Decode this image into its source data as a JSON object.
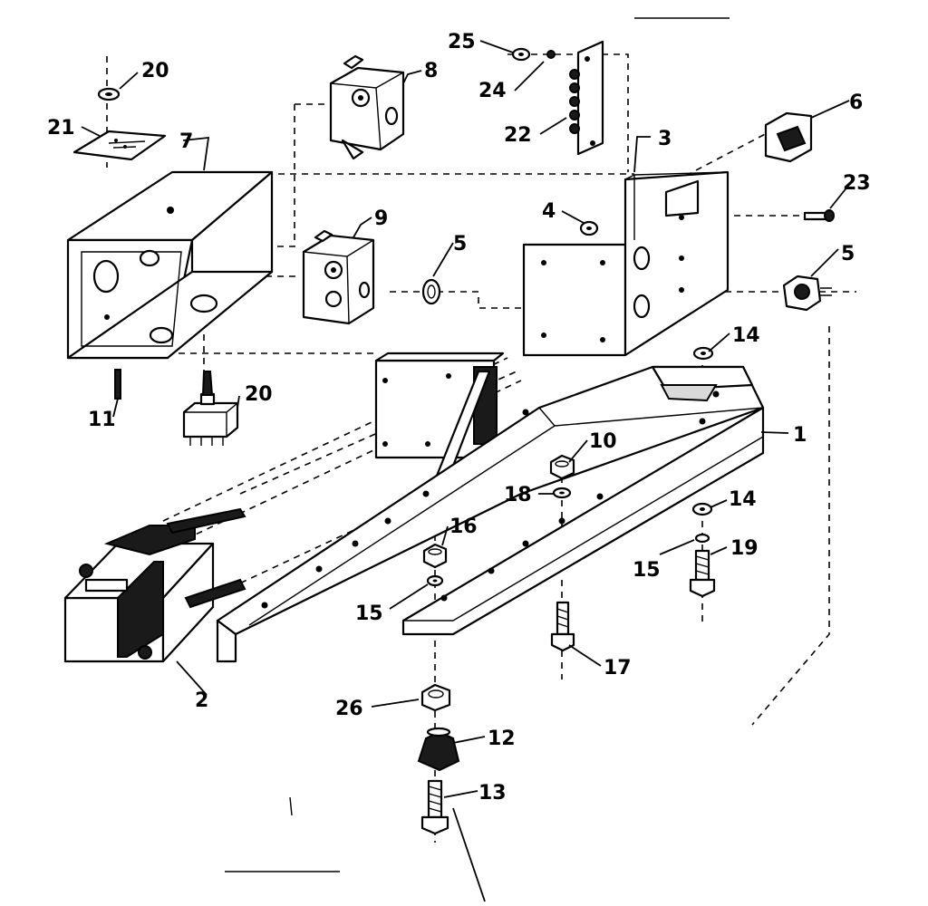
{
  "callouts": {
    "c1": "1",
    "c2": "2",
    "c3": "3",
    "c4": "4",
    "c5a": "5",
    "c5b": "5",
    "c6": "6",
    "c7": "7",
    "c8": "8",
    "c9": "9",
    "c10": "10",
    "c11": "11",
    "c12": "12",
    "c13": "13",
    "c14a": "14",
    "c14b": "14",
    "c15a": "15",
    "c15b": "15",
    "c16": "16",
    "c17": "17",
    "c18": "18",
    "c19": "19",
    "c20a": "20",
    "c20b": "20",
    "c21": "21",
    "c22": "22",
    "c23": "23",
    "c24": "24",
    "c25": "25",
    "c26": "26"
  }
}
